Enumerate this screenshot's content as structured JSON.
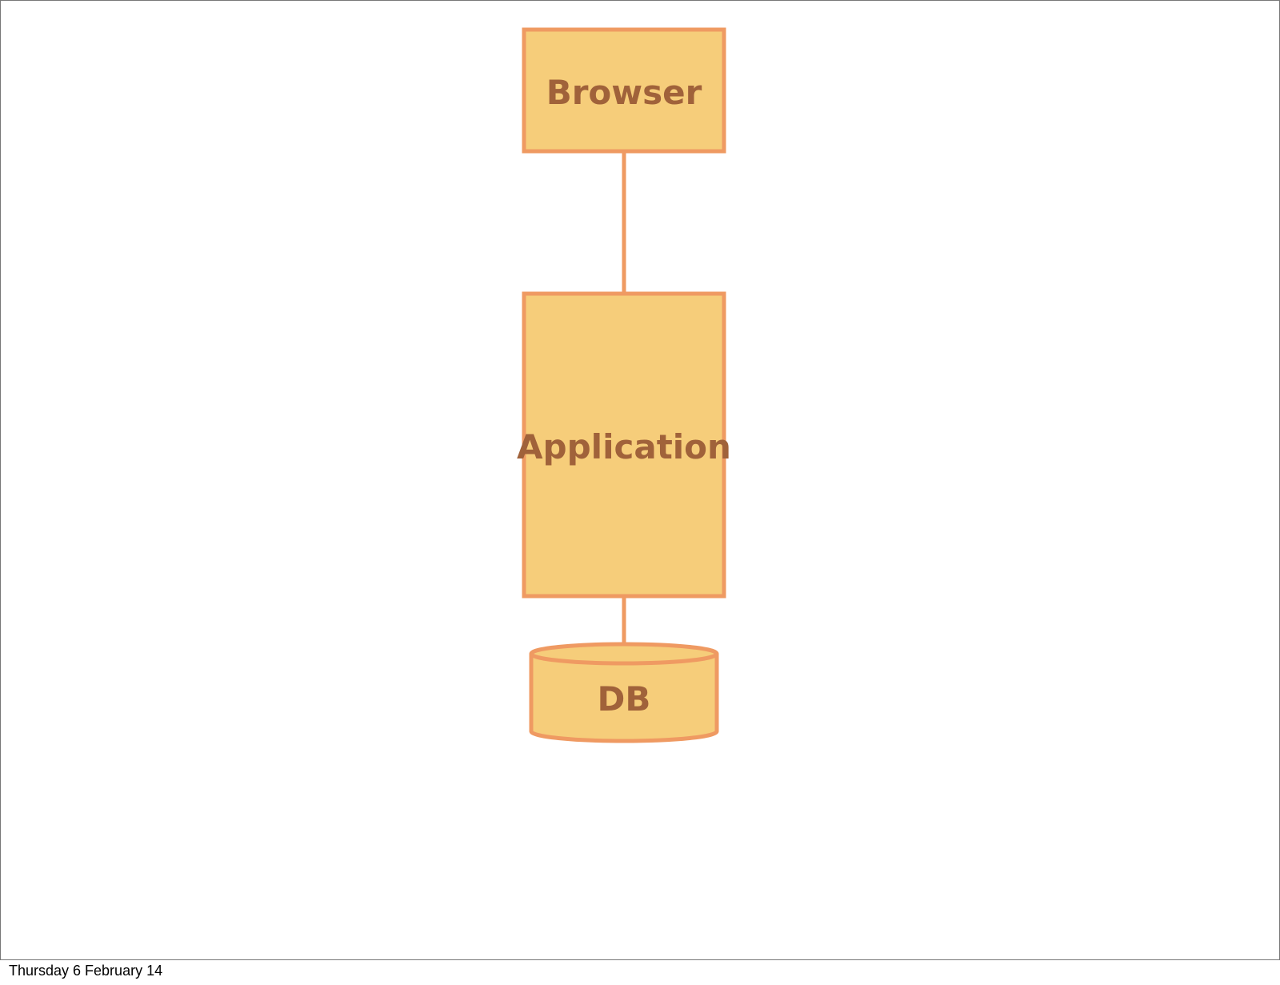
{
  "colors": {
    "node_fill": "#f6cd7a",
    "node_stroke": "#ef9a62",
    "label_text": "#a0623a",
    "connector": "#ef9a62"
  },
  "nodes": {
    "browser": {
      "label": "Browser",
      "shape": "rectangle"
    },
    "application": {
      "label": "Application",
      "shape": "rectangle"
    },
    "db": {
      "label": "DB",
      "shape": "cylinder",
      "icon": "database-icon"
    }
  },
  "edges": [
    {
      "from": "Browser",
      "to": "Application"
    },
    {
      "from": "Application",
      "to": "DB"
    }
  ],
  "footer": {
    "date": "Thursday 6 February 14"
  }
}
